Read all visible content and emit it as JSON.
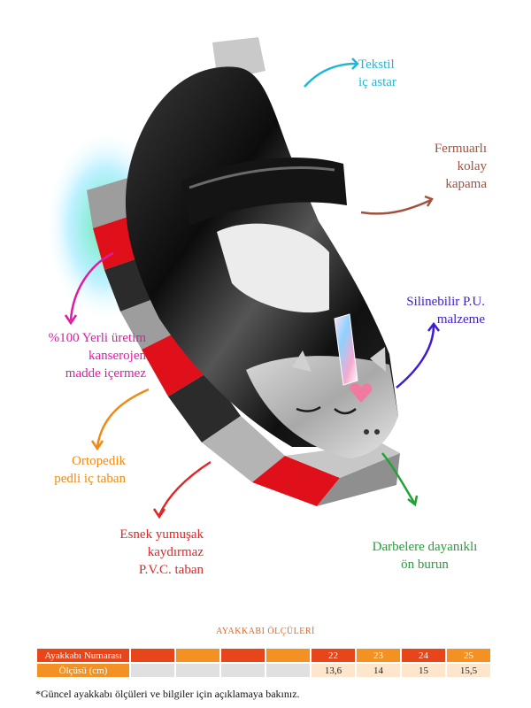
{
  "colors": {
    "cyan": "#1fb7d8",
    "brown": "#a0523d",
    "purple": "#3f1ad6",
    "magenta": "#e01aa5",
    "orange": "#ef8a15",
    "red": "#e02626",
    "green": "#20a236",
    "table_dark": "#e8461a",
    "table_mid": "#f39223",
    "table_light": "#fde6cc",
    "table_grey": "#e0e0e0"
  },
  "features": [
    {
      "id": "textile-lining",
      "lines": [
        "Tekstil",
        "iç astar"
      ],
      "color": "cyan",
      "icon": "arrow-icon"
    },
    {
      "id": "zipper-closure",
      "lines": [
        "Fermuarlı",
        "kolay",
        "kapama"
      ],
      "color": "brown",
      "icon": "arrow-icon"
    },
    {
      "id": "pu-material",
      "lines": [
        "Silinebilir P.U.",
        "malzeme"
      ],
      "color": "purple",
      "icon": "arrow-icon"
    },
    {
      "id": "local-production",
      "lines": [
        "%100 Yerli üretim",
        "kanserojen",
        "madde içermez"
      ],
      "color": "magenta",
      "icon": "arrow-icon"
    },
    {
      "id": "orthopedic-insole",
      "lines": [
        "Ortopedik",
        "pedli iç taban"
      ],
      "color": "orange",
      "icon": "arrow-icon"
    },
    {
      "id": "pvc-sole",
      "lines": [
        "Esnek yumuşak",
        "kaydırmaz",
        "P.V.C. taban"
      ],
      "color": "red",
      "icon": "arrow-icon"
    },
    {
      "id": "toe-cap",
      "lines": [
        "Darbelere dayanıklı",
        "ön burun"
      ],
      "color": "green",
      "icon": "arrow-icon"
    }
  ],
  "size_chart": {
    "title": "AYAKKABI ÖLÇÜLERİ",
    "row1_label": "Ayakkabı Numarası",
    "row2_label": "Ölçüsü (cm)",
    "sizes": [
      "",
      "",
      "",
      "",
      "22",
      "23",
      "24",
      "25"
    ],
    "lengths": [
      "",
      "",
      "",
      "",
      "13,6",
      "14",
      "15",
      "15,5"
    ]
  },
  "footnote": "*Güncel ayakkabı ölçüleri ve bilgiler için açıklamaya bakınız."
}
